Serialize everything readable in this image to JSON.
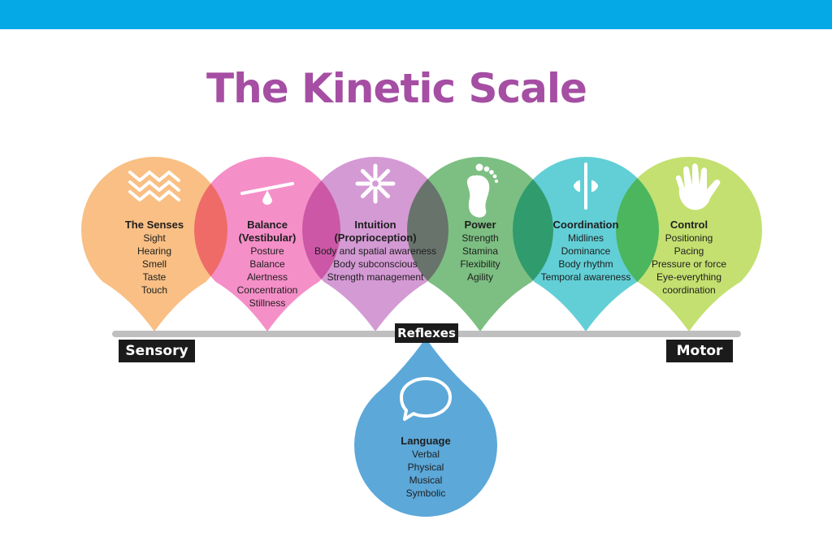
{
  "title": "The Kinetic Scale",
  "colors": {
    "top_bar": "#05a9e6",
    "title": "#a54ea3",
    "senses": "#f9bf84",
    "balance": "#f58fc8",
    "intuition": "#d49ad4",
    "power": "#7dbf82",
    "coordination": "#62cfd6",
    "control": "#c4e070",
    "language": "#5ca8d9",
    "scale_bar": "#bfbfbf",
    "label_bg": "#1b1b1b"
  },
  "scale": {
    "left_label": "Sensory",
    "center_label": "Reflexes",
    "right_label": "Motor"
  },
  "drops": [
    {
      "id": "senses",
      "icon": "zigzag-waves-icon",
      "heading": [
        "The Senses"
      ],
      "items": [
        "Sight",
        "Hearing",
        "Smell",
        "Taste",
        "Touch"
      ]
    },
    {
      "id": "balance",
      "icon": "seesaw-icon",
      "heading": [
        "Balance",
        "(Vestibular)"
      ],
      "items": [
        "Posture",
        "Balance",
        "Alertness",
        "Concentration",
        "Stillness"
      ]
    },
    {
      "id": "intuition",
      "icon": "asterisk-icon",
      "heading": [
        "Intuition",
        "(Proprioception)"
      ],
      "items": [
        "Body and spatial awareness",
        "Body subconscious",
        "Strength management"
      ]
    },
    {
      "id": "power",
      "icon": "footprint-icon",
      "heading": [
        "Power"
      ],
      "items": [
        "Strength",
        "Stamina",
        "Flexibility",
        "Agility"
      ]
    },
    {
      "id": "coordination",
      "icon": "midline-icon",
      "heading": [
        "Coordination"
      ],
      "items": [
        "Midlines",
        "Dominance",
        "Body rhythm",
        "Temporal awareness"
      ]
    },
    {
      "id": "control",
      "icon": "hand-icon",
      "heading": [
        "Control"
      ],
      "items": [
        "Positioning",
        "Pacing",
        "Pressure or force",
        "Eye-everything",
        "coordination"
      ]
    }
  ],
  "language": {
    "icon": "speech-bubble-icon",
    "heading": [
      "Language"
    ],
    "items": [
      "Verbal",
      "Physical",
      "Musical",
      "Symbolic"
    ]
  }
}
